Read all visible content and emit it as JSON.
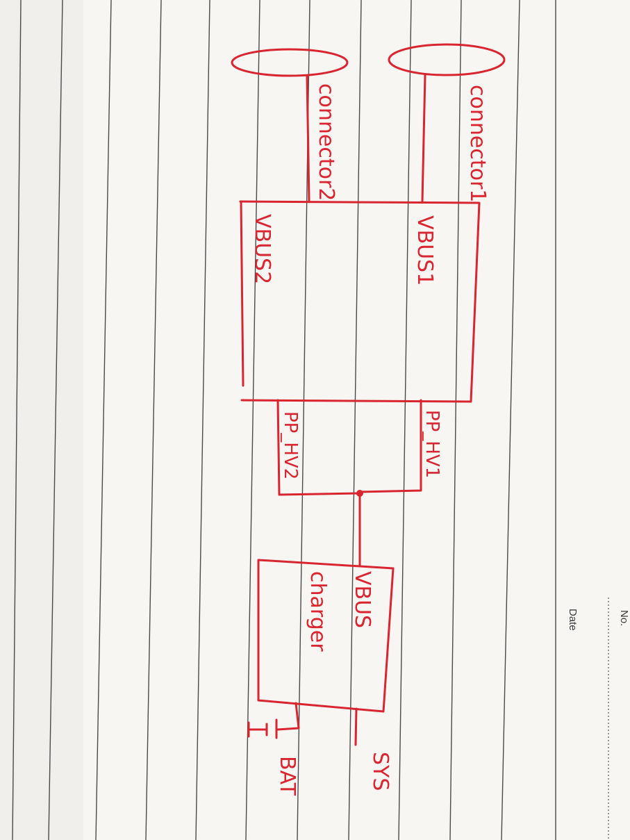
{
  "paper": {
    "header_no_label": "No.",
    "header_date_label": "Date",
    "ink_color": "#d9252f",
    "rule_color": "#4a4a4a",
    "paper_color": "#f7f6f3"
  },
  "diagram": {
    "connector1_label": "connector1",
    "connector2_label": "connector2",
    "vbus1_label": "VBUS1",
    "vbus2_label": "VBUS2",
    "pp_hv1_label": "PP_HV1",
    "pp_hv2_label": "PP_HV2",
    "charger_vbus_label": "VBUS",
    "charger_label": "charger",
    "sys_label": "SYS",
    "bat_label": "BAT"
  }
}
